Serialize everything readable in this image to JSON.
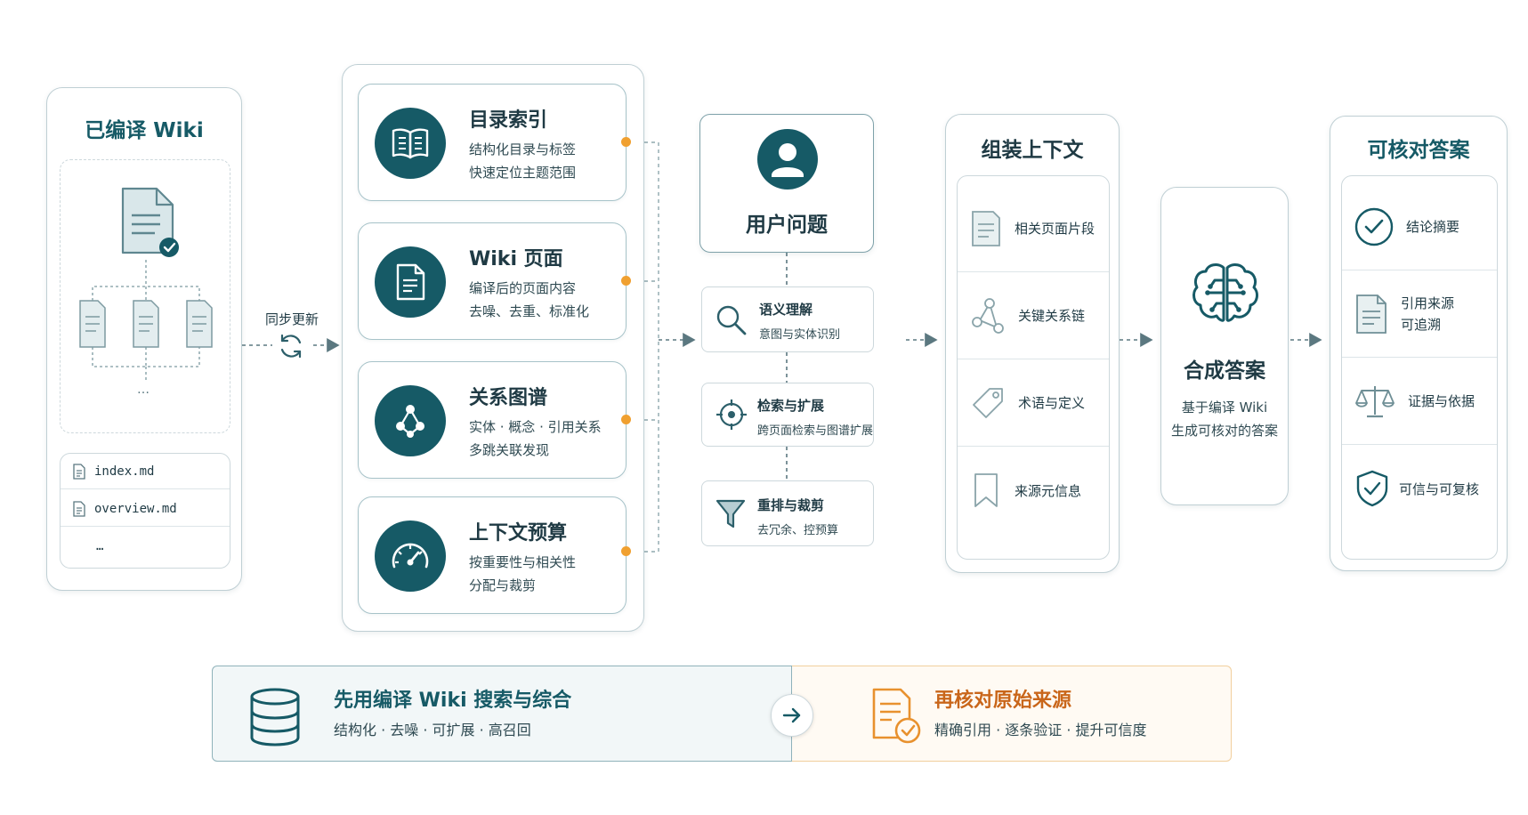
{
  "wiki": {
    "title": "已编译 Wiki",
    "files": [
      "index.md",
      "overview.md",
      "…"
    ],
    "tree_more": "…"
  },
  "sync": {
    "label": "同步更新"
  },
  "modules": [
    {
      "title": "目录索引",
      "desc1": "结构化目录与标签",
      "desc2": "快速定位主题范围",
      "icon": "book-icon"
    },
    {
      "title": "Wiki 页面",
      "desc1": "编译后的页面内容",
      "desc2": "去噪、去重、标准化",
      "icon": "document-icon"
    },
    {
      "title": "关系图谱",
      "desc1": "实体 · 概念 · 引用关系",
      "desc2": "多跳关联发现",
      "icon": "graph-icon"
    },
    {
      "title": "上下文预算",
      "desc1": "按重要性与相关性",
      "desc2": "分配与裁剪",
      "icon": "gauge-icon"
    }
  ],
  "user": {
    "title": "用户问题"
  },
  "steps": [
    {
      "title": "语义理解",
      "sub": "意图与实体识别",
      "icon": "search-icon"
    },
    {
      "title": "检索与扩展",
      "sub": "跨页面检索与图谱扩展",
      "icon": "target-icon"
    },
    {
      "title": "重排与裁剪",
      "sub": "去冗余、控预算",
      "icon": "filter-icon"
    }
  ],
  "context": {
    "title": "组装上下文",
    "items": [
      {
        "label": "相关页面片段",
        "icon": "page-icon"
      },
      {
        "label": "关键关系链",
        "icon": "relation-icon"
      },
      {
        "label": "术语与定义",
        "icon": "tag-icon"
      },
      {
        "label": "来源元信息",
        "icon": "bookmark-icon"
      }
    ]
  },
  "synth": {
    "title": "合成答案",
    "desc1": "基于编译 Wiki",
    "desc2": "生成可核对的答案"
  },
  "answer": {
    "title": "可核对答案",
    "items": [
      {
        "label": "结论摘要",
        "icon": "check-circle-icon"
      },
      {
        "label": "引用来源",
        "label2": "可追溯",
        "icon": "document-icon"
      },
      {
        "label": "证据与依据",
        "icon": "scale-icon"
      },
      {
        "label": "可信与可复核",
        "icon": "shield-check-icon"
      }
    ]
  },
  "bottom": {
    "left_title": "先用编译 Wiki 搜索与综合",
    "left_sub": "结构化 · 去噪 · 可扩展 · 高召回",
    "right_title": "再核对原始来源",
    "right_sub": "精确引用 · 逐条验证 · 提升可信度"
  },
  "colors": {
    "primary": "#165a66",
    "accent": "#f0a030",
    "orange_text": "#c9661a",
    "border": "#bfcfd4"
  }
}
